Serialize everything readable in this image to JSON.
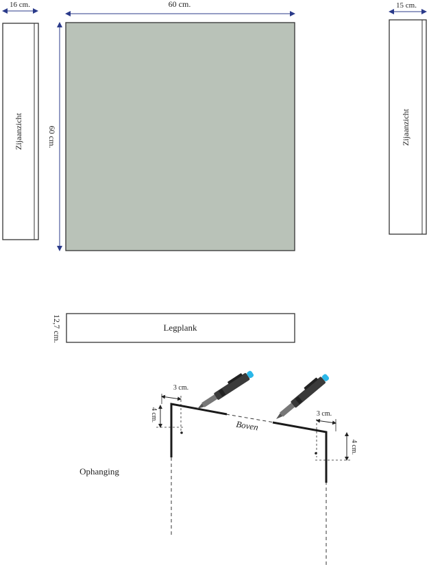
{
  "colors": {
    "panel_fill": "#b9c2b8",
    "outline": "#333333",
    "dimension_line": "#2a3a8a",
    "pen_tip": "#2bb7e8",
    "pen_body": "#3a3a3a"
  },
  "side_view_left": {
    "label": "Zijaanzicht",
    "width_label": "16 cm."
  },
  "panel": {
    "width_label": "60 cm.",
    "height_label": "60 cm."
  },
  "side_view_right": {
    "label": "Zijaanzicht",
    "width_label": "15 cm."
  },
  "shelf": {
    "label": "Legplank",
    "height_label": "12,7 cm."
  },
  "hanging": {
    "title": "Ophanging",
    "top_label": "Boven",
    "left_horizontal_label": "3 cm.",
    "left_vertical_label": "4 cm.",
    "right_horizontal_label": "3 cm.",
    "right_vertical_label": "4 cm."
  }
}
